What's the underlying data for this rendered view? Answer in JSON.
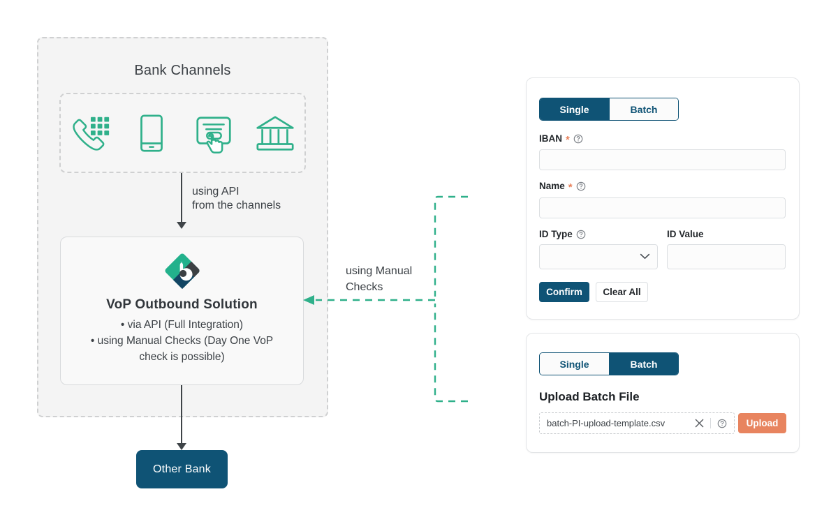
{
  "colors": {
    "teal": "#2fb08a",
    "navy": "#0f5375",
    "coral": "#e8845f",
    "panel_bg": "#f4f4f4",
    "dark_text": "#3b4045",
    "dashed_gray": "#cfd0d1"
  },
  "left": {
    "bank_channels_title": "Bank Channels",
    "channel_icons": [
      {
        "name": "phone-keypad-icon",
        "label": "Phone with keypad"
      },
      {
        "name": "mobile-phone-icon",
        "label": "Mobile phone"
      },
      {
        "name": "online-form-click-icon",
        "label": "Online form with hand click"
      },
      {
        "name": "bank-building-icon",
        "label": "Bank branch"
      }
    ],
    "arrow_api_label_line1": "using API",
    "arrow_api_label_line2": "from the channels",
    "vop": {
      "title": "VoP Outbound Solution",
      "bullets": [
        "•  via API (Full Integration)",
        "•  using Manual Checks (Day One VoP",
        "check is possible)"
      ],
      "logo_name": "bank-solution-diamond-logo"
    },
    "other_bank_label": "Other Bank",
    "manual_checks_label_line1": "using Manual",
    "manual_checks_label_line2": "Checks"
  },
  "single_card": {
    "tabs": [
      {
        "label": "Single",
        "active": true
      },
      {
        "label": "Batch",
        "active": false
      }
    ],
    "fields": {
      "iban": {
        "label": "IBAN",
        "required": true,
        "help": true,
        "value": "",
        "placeholder": ""
      },
      "name": {
        "label": "Name",
        "required": true,
        "help": true,
        "value": "",
        "placeholder": ""
      },
      "id_type": {
        "label": "ID Type",
        "required": false,
        "help": true,
        "value": "",
        "placeholder": ""
      },
      "id_value": {
        "label": "ID Value",
        "required": false,
        "help": false,
        "value": "",
        "placeholder": ""
      }
    },
    "buttons": {
      "confirm": "Confirm",
      "clear_all": "Clear All"
    }
  },
  "batch_card": {
    "tabs": [
      {
        "label": "Single",
        "active": false
      },
      {
        "label": "Batch",
        "active": true
      }
    ],
    "upload_title": "Upload Batch File",
    "file_name": "batch-PI-upload-template.csv",
    "upload_button": "Upload"
  }
}
